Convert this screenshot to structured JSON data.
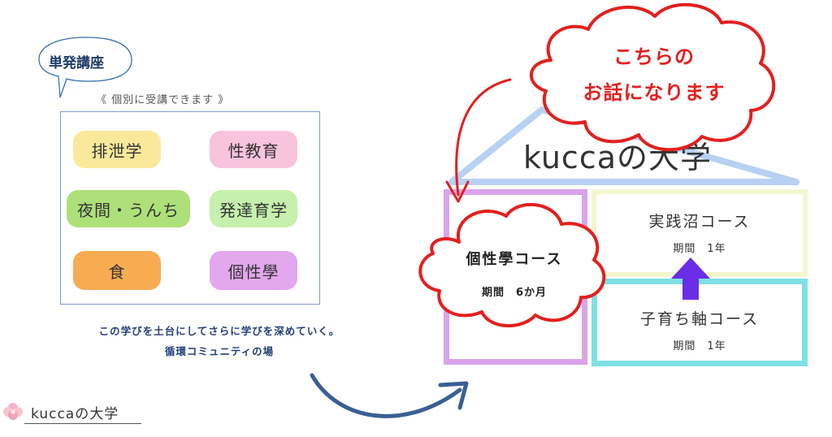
{
  "single_course": {
    "bubble_label": "単発講座",
    "subtitle": "《 個別に受講できます 》",
    "items": [
      {
        "label": "排泄学",
        "color": "#fbe99b"
      },
      {
        "label": "性教育",
        "color": "#f8c3dd"
      },
      {
        "label": "夜間・うんち",
        "color": "#aee07a"
      },
      {
        "label": "発達育学",
        "color": "#c6f0ad"
      },
      {
        "label": "食",
        "color": "#f8ac52"
      },
      {
        "label": "個性學",
        "color": "#e2a7ec"
      }
    ],
    "caption_line1": "この学びを土台にしてさらに学びを深めていく。",
    "caption_line2": "循環コミュニティの場"
  },
  "house": {
    "title": "kuccaの大学",
    "roof_color": "#b8d1f3",
    "courses": [
      {
        "name": "実践沼コース",
        "period": "期間　1年",
        "border_color": "#f4f6cf"
      },
      {
        "name": "子育ち軸コース",
        "period": "期間　1年",
        "border_color": "#7fe0e4"
      }
    ],
    "individual": {
      "name": "個性學コース",
      "period": "期間　6か月",
      "border_color": "#d9a4ec"
    },
    "up_arrow_color": "#6a2ee6"
  },
  "callout": {
    "line1": "こちらの",
    "line2": "お話になります",
    "color": "#e3201f"
  },
  "footer": {
    "brand": "kuccaの大学",
    "logo_icon": "flower-icon"
  },
  "arrow_color": "#3a5f93"
}
